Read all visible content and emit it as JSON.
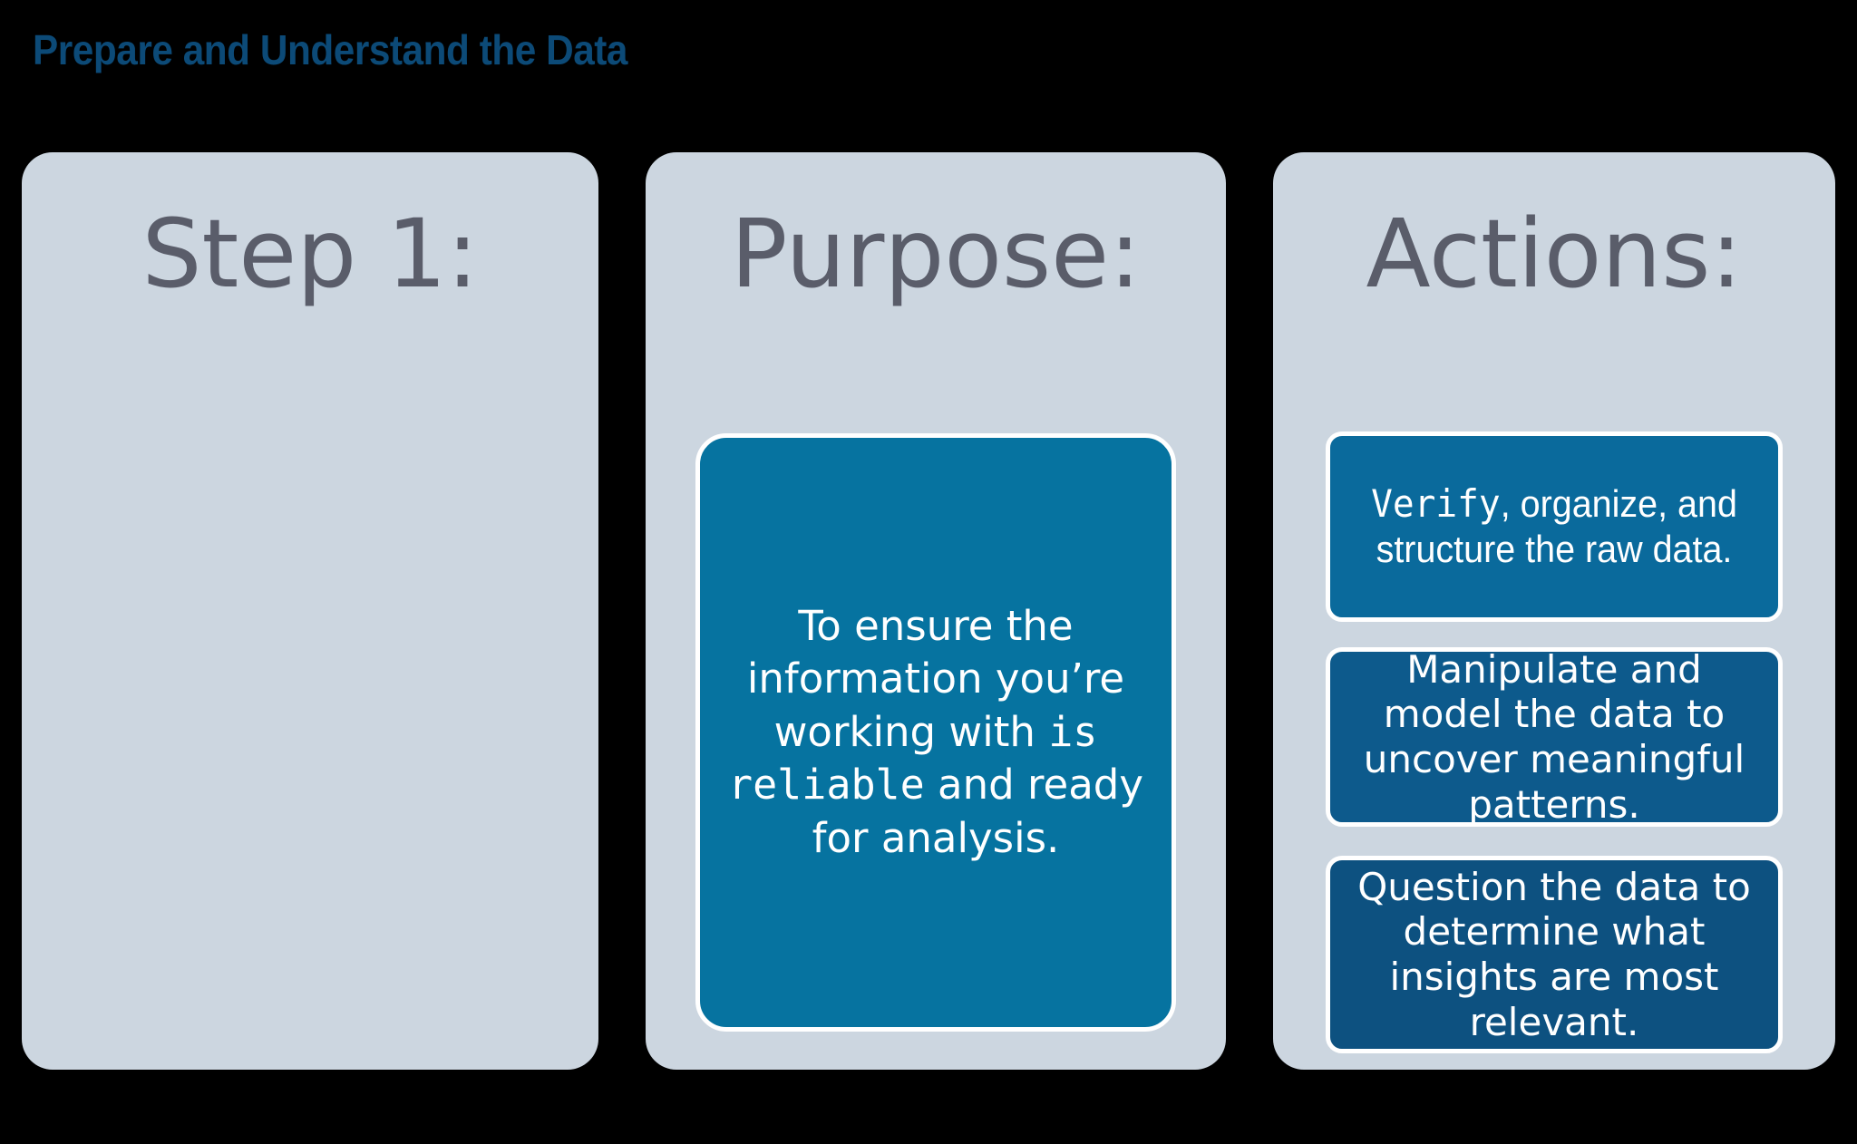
{
  "slide": {
    "title": "Prepare and Understand the Data",
    "title_color": "#0C4A77",
    "background_color": "#000000"
  },
  "theme": {
    "card_background": "#CCD6E0",
    "card_heading_color": "#5A5D6A",
    "purpose_box_color": "#0673A0",
    "action_box_color_1": "#0A6A9C",
    "action_box_color_2": "#0D5A8C",
    "action_box_color_3": "#0D5180",
    "box_border_color": "#FFFFFF",
    "box_text_color": "#FFFFFF"
  },
  "cards": [
    {
      "id": "step",
      "heading": "Step 1:"
    },
    {
      "id": "purpose",
      "heading": "Purpose:",
      "body_parts": {
        "lead": "To ensure the information you’re working with ",
        "emphasis": "is reliable",
        "tail": " and ready for analysis."
      },
      "body_full": "To ensure the information you’re working with is reliable and ready for analysis."
    },
    {
      "id": "actions",
      "heading": "Actions:",
      "items": [
        {
          "emphasis": "Verify",
          "rest": ", organize, and structure the raw data.",
          "full": "Verify, organize, and structure the raw data."
        },
        {
          "emphasis": "",
          "rest": "",
          "full": "Manipulate and model the data to uncover meaningful patterns."
        },
        {
          "emphasis": "",
          "rest": "",
          "full": "Question the data to determine what insights are most relevant."
        }
      ]
    }
  ]
}
